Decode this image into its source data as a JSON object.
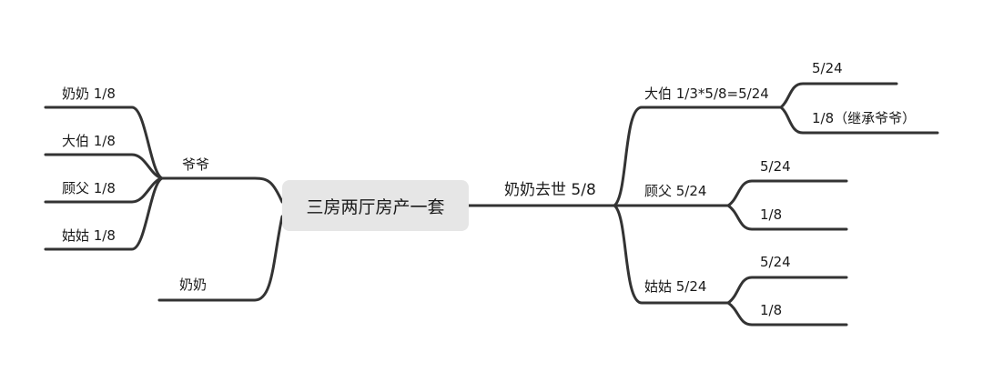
{
  "root": "三房两厅房产一套",
  "left": {
    "grandpa": {
      "label": "爷爷",
      "children": [
        "奶奶 1/8",
        "大伯 1/8",
        "顾父 1/8",
        "姑姑 1/8"
      ]
    },
    "grandma": {
      "label": "奶奶"
    }
  },
  "right": {
    "label": "奶奶去世 5/8",
    "children": [
      {
        "label": "大伯 1/3*5/8=5/24",
        "children": [
          "5/24",
          "1/8（继承爷爷）"
        ]
      },
      {
        "label": "顾父 5/24",
        "children": [
          "5/24",
          "1/8"
        ]
      },
      {
        "label": "姑姑 5/24",
        "children": [
          "5/24",
          "1/8"
        ]
      }
    ]
  },
  "colors": {
    "line": "#333333",
    "root_fill": "#e6e6e6"
  }
}
